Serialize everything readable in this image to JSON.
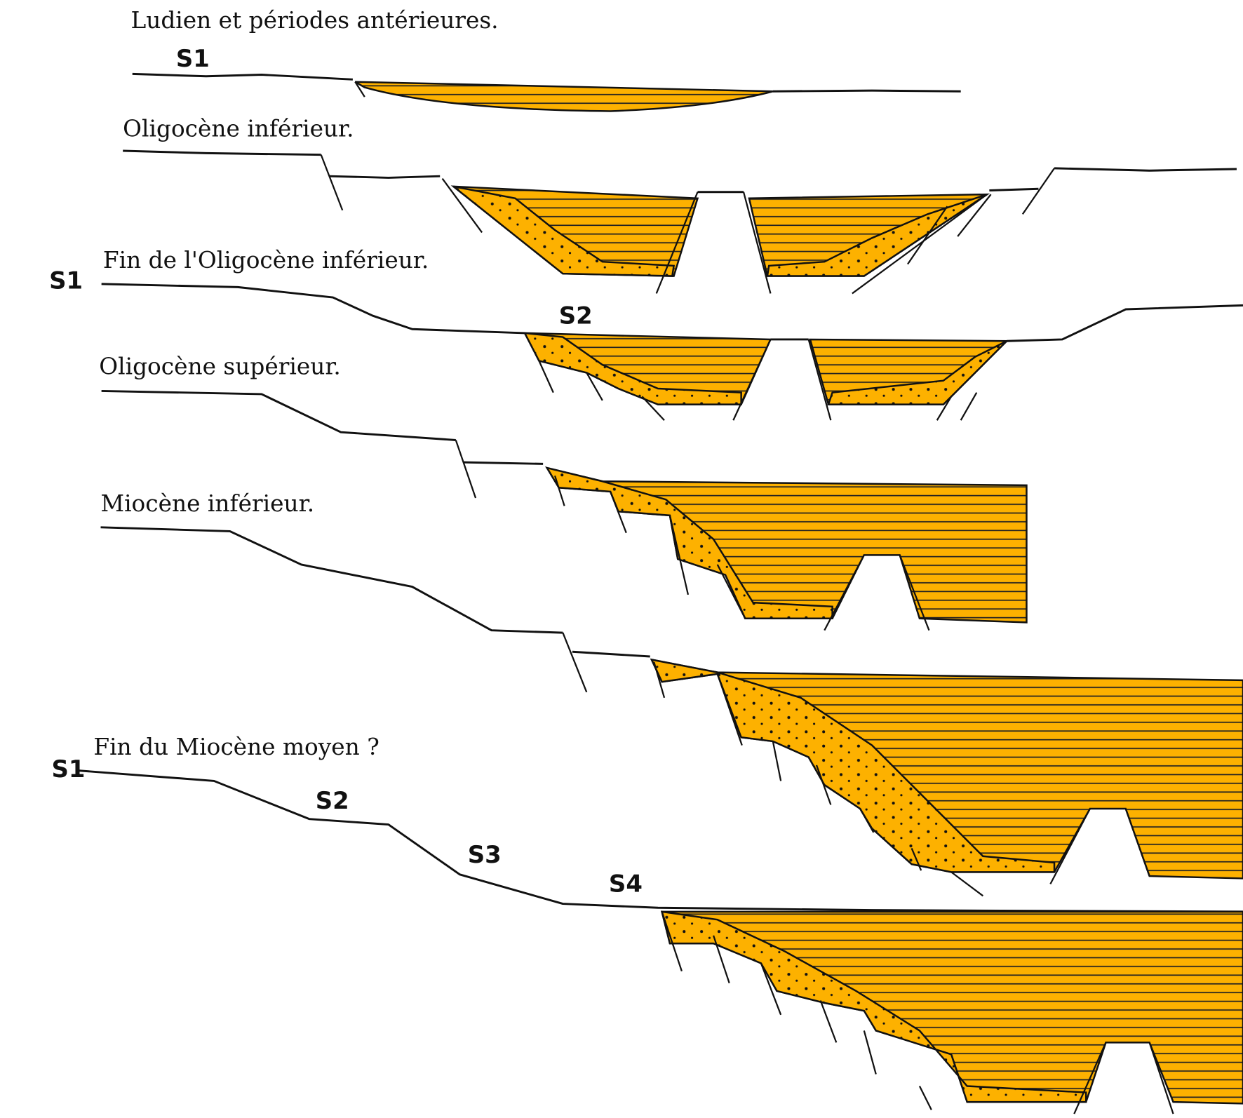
{
  "figure": {
    "colors": {
      "sediment": "#FDB100",
      "line": "#111111",
      "background": "#FFFFFF"
    },
    "panels": [
      {
        "title": "Ludien et périodes antérieures.",
        "labels": [
          "S1"
        ]
      },
      {
        "title": "Oligocène inférieur.",
        "labels": []
      },
      {
        "title": "Fin de l'Oligocène inférieur.",
        "labels": [
          "S1",
          "S2"
        ]
      },
      {
        "title": "Oligocène supérieur.",
        "labels": []
      },
      {
        "title": "Miocène inférieur.",
        "labels": []
      },
      {
        "title": "Fin du Miocène moyen ?",
        "labels": [
          "S1",
          "S2",
          "S3",
          "S4"
        ]
      }
    ]
  }
}
